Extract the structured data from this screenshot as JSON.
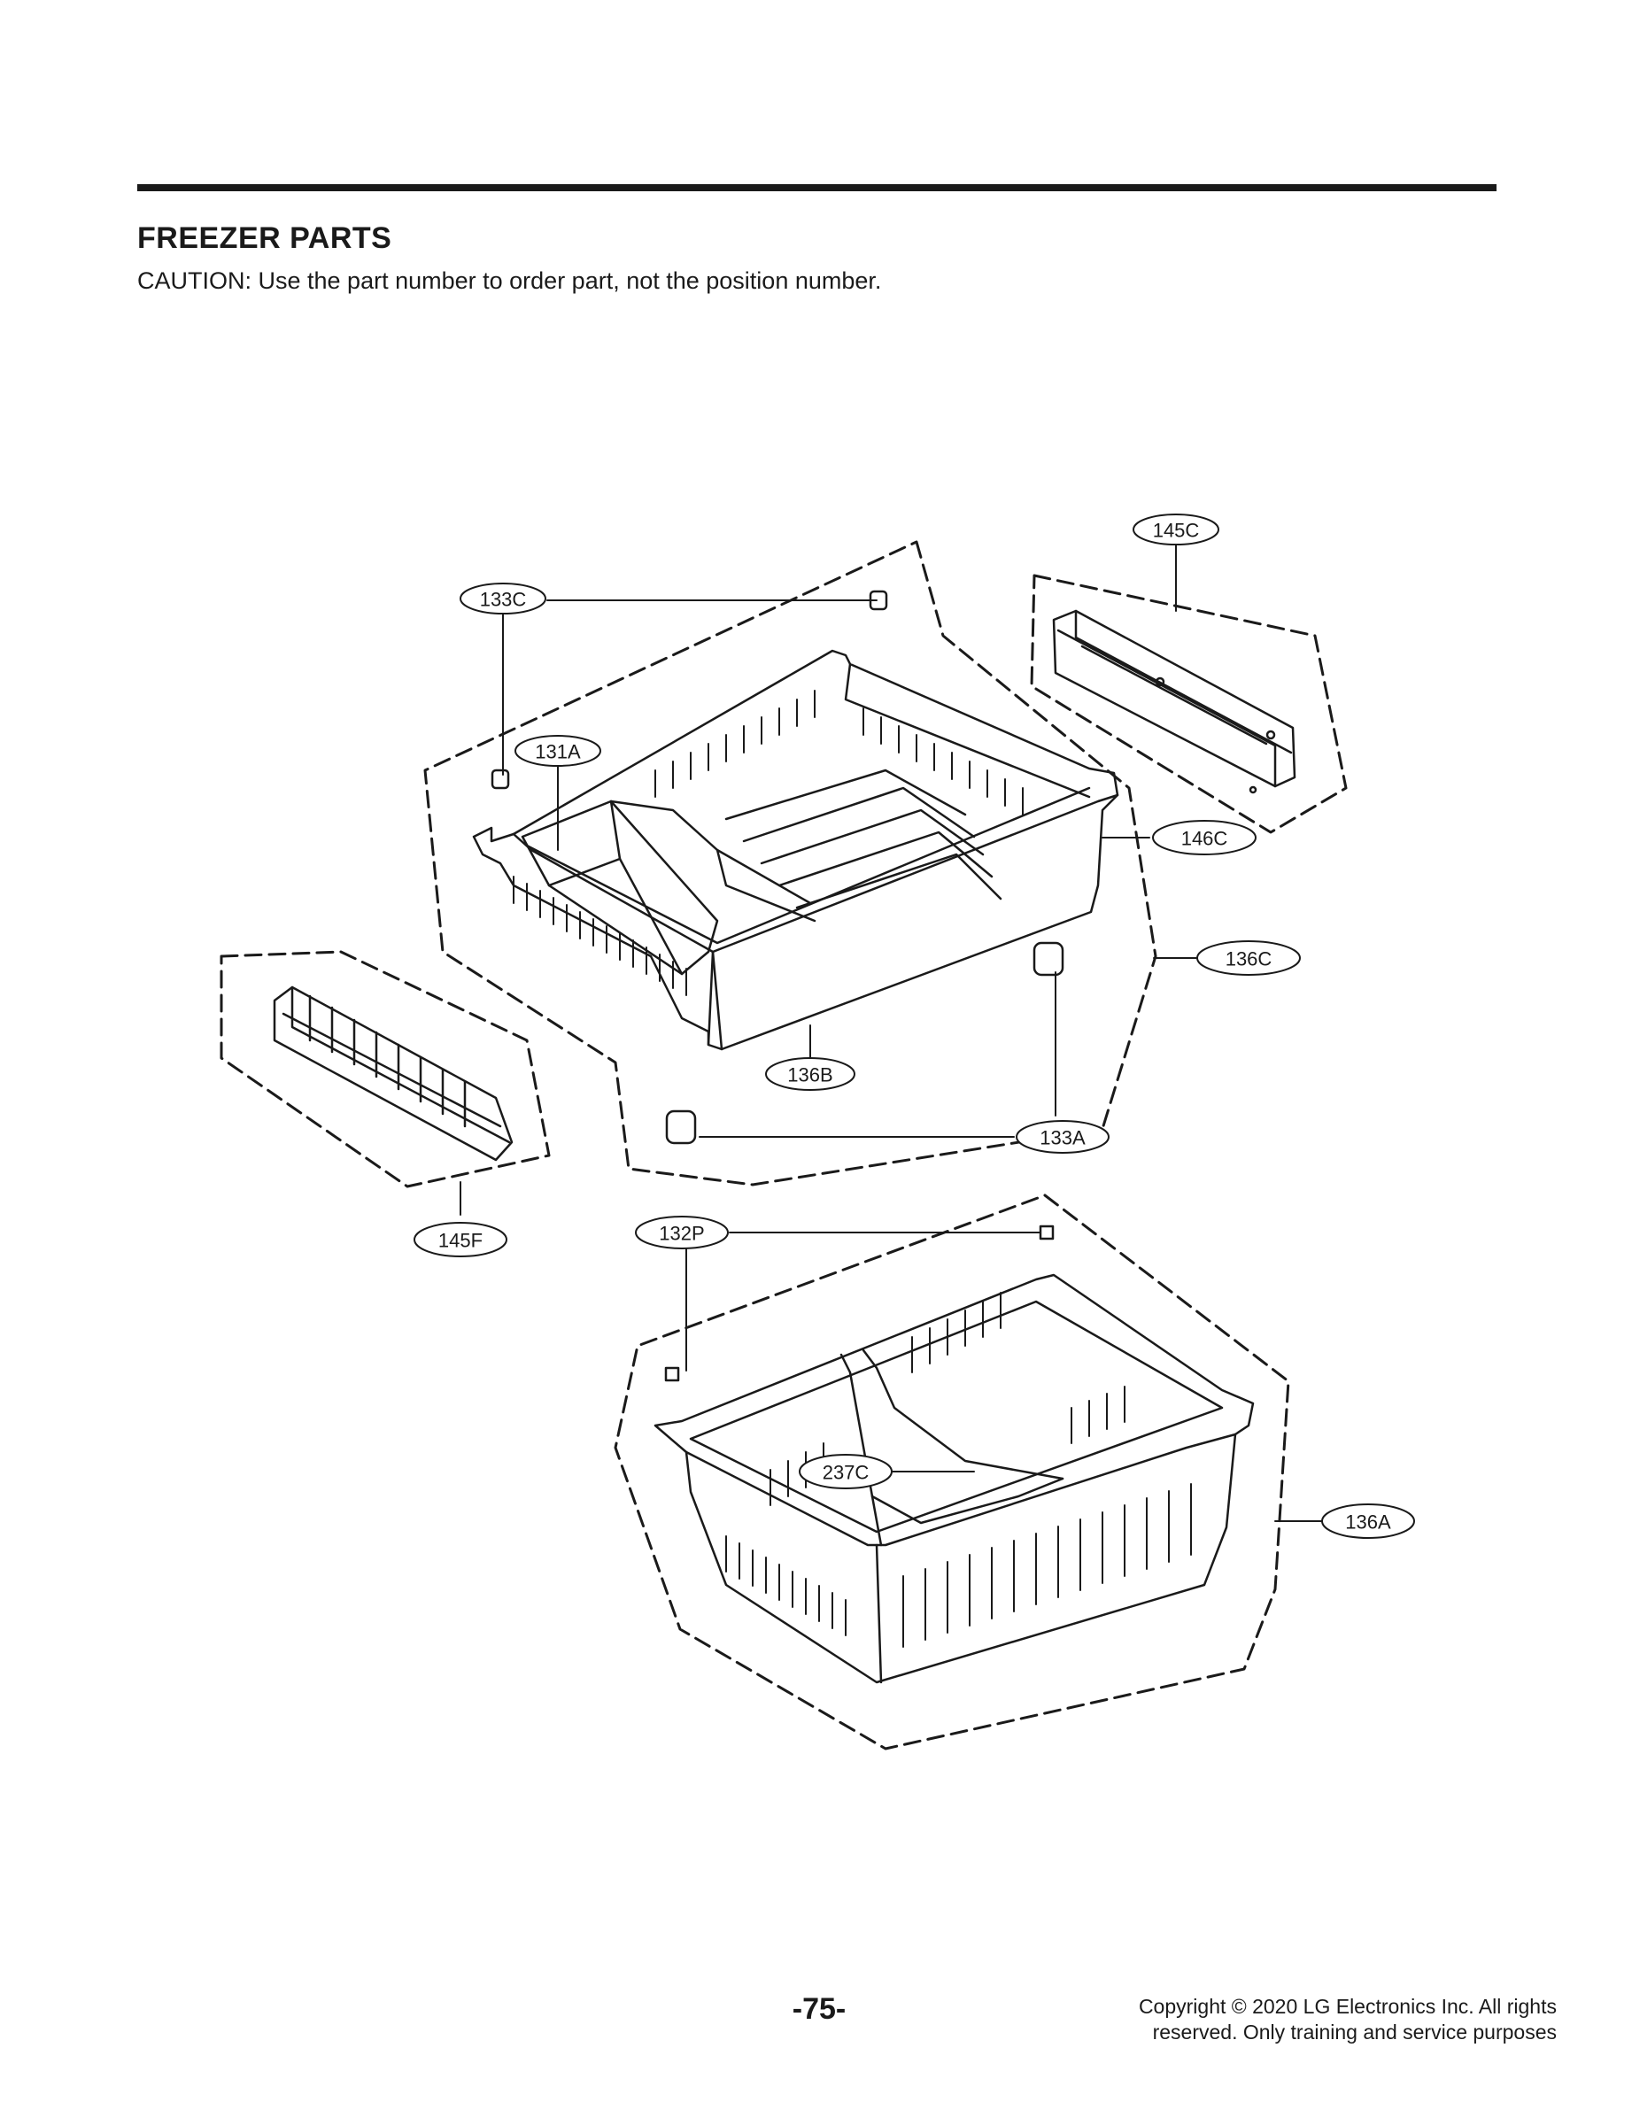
{
  "header": {
    "title": "FREEZER PARTS",
    "caution": "CAUTION: Use the part number to order part, not the position number."
  },
  "callouts": {
    "c145C": "145C",
    "c133C": "133C",
    "c131A": "131A",
    "c146C": "146C",
    "c136C": "136C",
    "c136B": "136B",
    "c133A": "133A",
    "c145F": "145F",
    "c132P": "132P",
    "c237C": "237C",
    "c136A": "136A"
  },
  "footer": {
    "page_number": "-75-",
    "copyright_line1": "Copyright © 2020 LG Electronics Inc. All rights",
    "copyright_line2": "reserved. Only training and service purposes"
  }
}
